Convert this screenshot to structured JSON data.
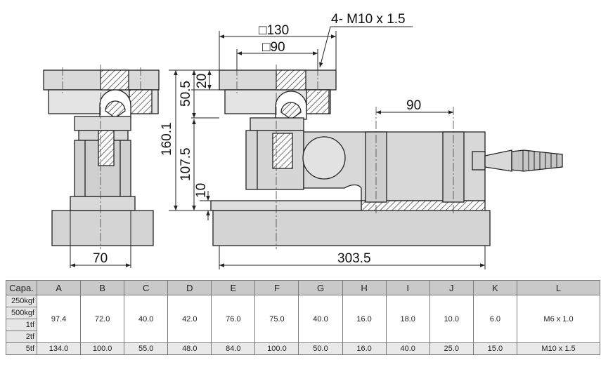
{
  "drawing": {
    "callouts": {
      "square_130": "□130",
      "square_90": "□90",
      "thread": "4- M10 x 1.5"
    },
    "dimensions": {
      "d20": "20",
      "d50_5": "50.5",
      "d160_1": "160.1",
      "d107_5": "107.5",
      "d10": "10",
      "d90": "90",
      "d70": "70",
      "d303_5": "303.5"
    }
  },
  "table": {
    "headers": [
      "Capa.",
      "A",
      "B",
      "C",
      "D",
      "E",
      "F",
      "G",
      "H",
      "I",
      "J",
      "K",
      "L"
    ],
    "group1": {
      "capacities": [
        "250kgf",
        "500kgf",
        "1tf",
        "2tf"
      ],
      "values": [
        "97.4",
        "72.0",
        "40.0",
        "42.0",
        "76.0",
        "75.0",
        "40.0",
        "16.0",
        "18.0",
        "10.0",
        "6.0",
        "M6 x 1.0"
      ]
    },
    "group2": {
      "capacity": "5tf",
      "values": [
        "134.0",
        "100.0",
        "55.0",
        "48.0",
        "84.0",
        "100.0",
        "50.0",
        "16.0",
        "40.0",
        "25.0",
        "15.0",
        "M10 x 1.5"
      ]
    }
  }
}
